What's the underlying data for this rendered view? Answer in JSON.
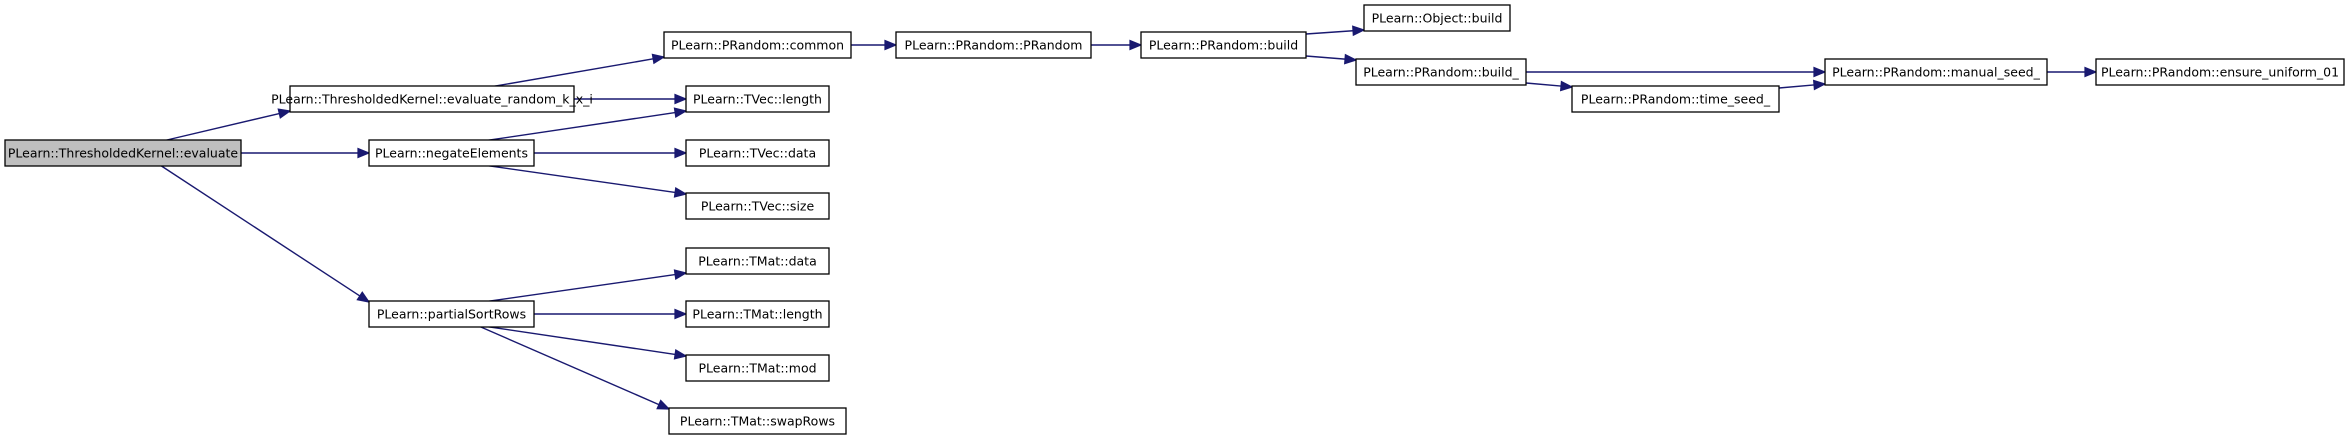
{
  "colors": {
    "edge": "#191970",
    "node_fill": "#ffffff",
    "node_stroke": "#000000",
    "highlight_fill": "#bfbfbf"
  },
  "nodes": [
    {
      "id": "evaluate",
      "label": "PLearn::ThresholdedKernel::evaluate",
      "highlight": true
    },
    {
      "id": "evaluate_random",
      "label": "PLearn::ThresholdedKernel::evaluate_random_k_x_i"
    },
    {
      "id": "negateElements",
      "label": "PLearn::negateElements"
    },
    {
      "id": "partialSortRows",
      "label": "PLearn::partialSortRows"
    },
    {
      "id": "prandom_common",
      "label": "PLearn::PRandom::common"
    },
    {
      "id": "tvec_length",
      "label": "PLearn::TVec::length"
    },
    {
      "id": "tvec_data",
      "label": "PLearn::TVec::data"
    },
    {
      "id": "tvec_size",
      "label": "PLearn::TVec::size"
    },
    {
      "id": "tmat_data",
      "label": "PLearn::TMat::data"
    },
    {
      "id": "tmat_length",
      "label": "PLearn::TMat::length"
    },
    {
      "id": "tmat_mod",
      "label": "PLearn::TMat::mod"
    },
    {
      "id": "tmat_swapRows",
      "label": "PLearn::TMat::swapRows"
    },
    {
      "id": "prandom_ctor",
      "label": "PLearn::PRandom::PRandom"
    },
    {
      "id": "prandom_build",
      "label": "PLearn::PRandom::build"
    },
    {
      "id": "object_build",
      "label": "PLearn::Object::build"
    },
    {
      "id": "prandom_build_",
      "label": "PLearn::PRandom::build_"
    },
    {
      "id": "time_seed",
      "label": "PLearn::PRandom::time_seed_"
    },
    {
      "id": "manual_seed",
      "label": "PLearn::PRandom::manual_seed_"
    },
    {
      "id": "ensure_uniform",
      "label": "PLearn::PRandom::ensure_uniform_01"
    }
  ],
  "edges": [
    {
      "from": "evaluate",
      "to": "evaluate_random"
    },
    {
      "from": "evaluate",
      "to": "negateElements"
    },
    {
      "from": "evaluate",
      "to": "partialSortRows"
    },
    {
      "from": "evaluate_random",
      "to": "prandom_common"
    },
    {
      "from": "evaluate_random",
      "to": "tvec_length"
    },
    {
      "from": "negateElements",
      "to": "tvec_length"
    },
    {
      "from": "negateElements",
      "to": "tvec_data"
    },
    {
      "from": "negateElements",
      "to": "tvec_size"
    },
    {
      "from": "partialSortRows",
      "to": "tmat_data"
    },
    {
      "from": "partialSortRows",
      "to": "tmat_length"
    },
    {
      "from": "partialSortRows",
      "to": "tmat_mod"
    },
    {
      "from": "partialSortRows",
      "to": "tmat_swapRows"
    },
    {
      "from": "prandom_common",
      "to": "prandom_ctor"
    },
    {
      "from": "prandom_ctor",
      "to": "prandom_build"
    },
    {
      "from": "prandom_build",
      "to": "object_build"
    },
    {
      "from": "prandom_build",
      "to": "prandom_build_"
    },
    {
      "from": "prandom_build_",
      "to": "manual_seed"
    },
    {
      "from": "prandom_build_",
      "to": "time_seed"
    },
    {
      "from": "time_seed",
      "to": "manual_seed"
    },
    {
      "from": "manual_seed",
      "to": "ensure_uniform"
    }
  ]
}
